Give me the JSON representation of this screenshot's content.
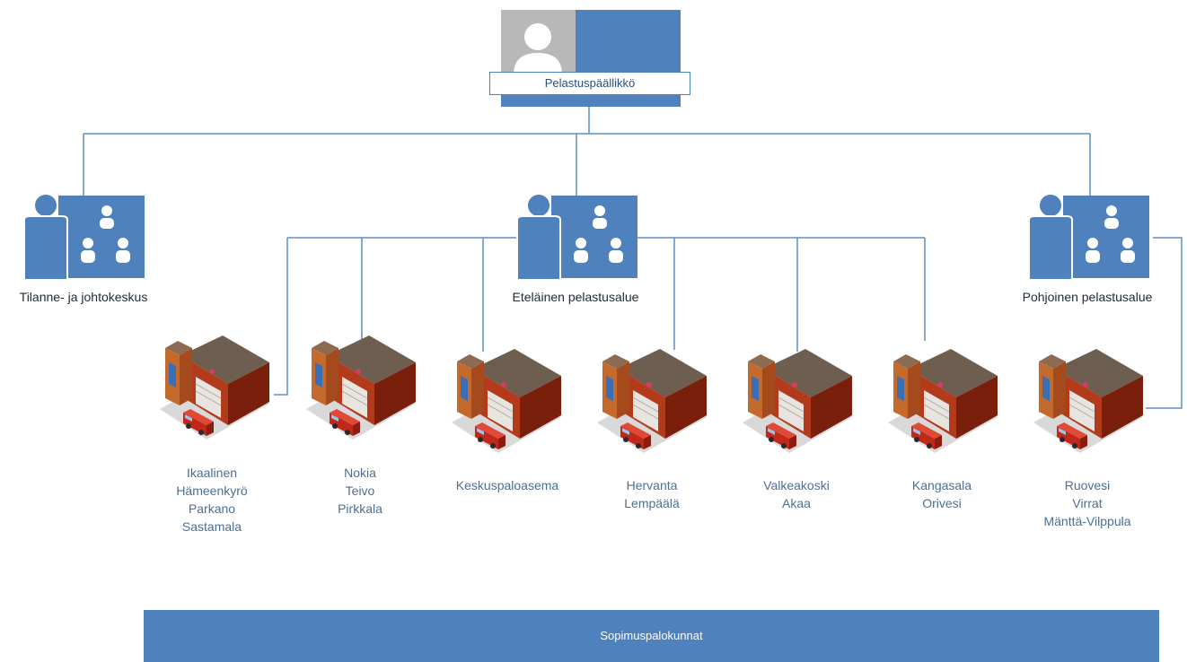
{
  "chief": {
    "title": "Pelastuspäällikkö"
  },
  "units": [
    {
      "id": "tilanne",
      "label": "Tilanne- ja johtokeskus"
    },
    {
      "id": "etelainen",
      "label": "Eteläinen pelastusalue"
    },
    {
      "id": "pohjoinen",
      "label": "Pohjoinen pelastusalue"
    }
  ],
  "stations": [
    {
      "lines": [
        "Ikaalinen",
        "Hämeenkyrö",
        "Parkano",
        "Sastamala"
      ]
    },
    {
      "lines": [
        "Nokia",
        "Teivo",
        "Pirkkala"
      ]
    },
    {
      "lines": [
        "Keskuspaloasema"
      ]
    },
    {
      "lines": [
        "Hervanta",
        "Lempäälä"
      ]
    },
    {
      "lines": [
        "Valkeakoski",
        "Akaa"
      ]
    },
    {
      "lines": [
        "Kangasala",
        "Orivesi"
      ]
    },
    {
      "lines": [
        "Ruovesi",
        "Virrat",
        "Mänttä-Vilppula"
      ]
    }
  ],
  "footer": {
    "label": "Sopimuspalokunnat"
  },
  "colors": {
    "box": "#4f81bd",
    "line": "#5b8ec8",
    "label": "#4a6f98",
    "brick": "#b03a1c",
    "brick_dark": "#7a1f0c",
    "roof": "#6b5a4a"
  }
}
